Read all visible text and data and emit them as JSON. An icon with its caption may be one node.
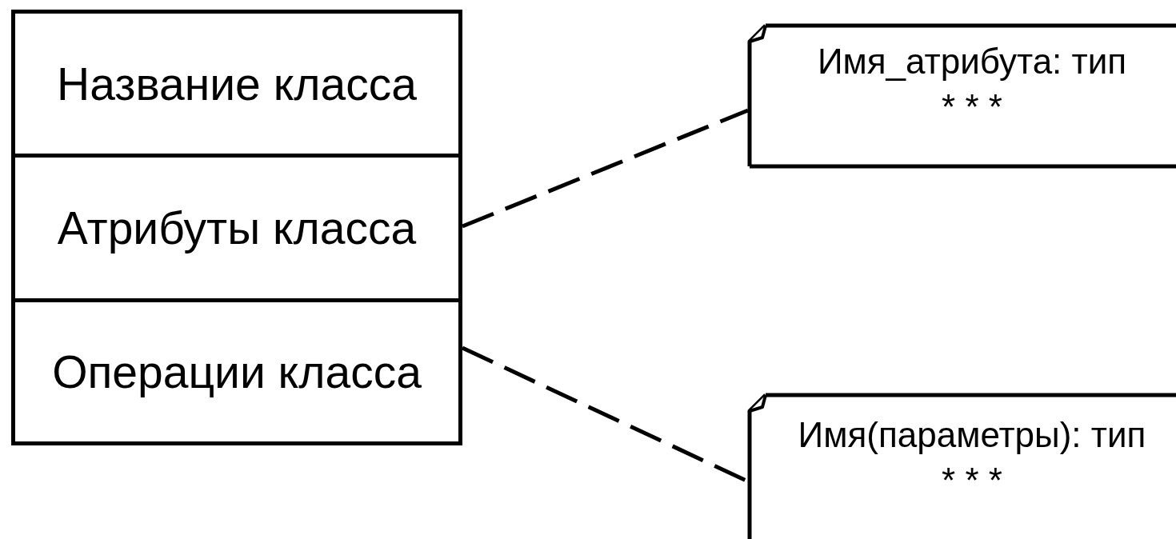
{
  "diagram": {
    "nodes": [
      {
        "text": [
          "Название класса"
        ]
      },
      {
        "text": [
          "Атрибуты класса"
        ]
      },
      {
        "text": [
          "Операции класса"
        ]
      },
      {
        "text": [
          "Имя_атрибута: тип",
          "* * *"
        ]
      },
      {
        "text": [
          "Имя(параметры): тип",
          "* * *"
        ]
      }
    ],
    "edges": [
      {
        "from": 1,
        "to": 3,
        "arrow": "none",
        "style": "dashed"
      },
      {
        "from": 2,
        "to": 4,
        "arrow": "none",
        "style": "dashed"
      }
    ]
  }
}
